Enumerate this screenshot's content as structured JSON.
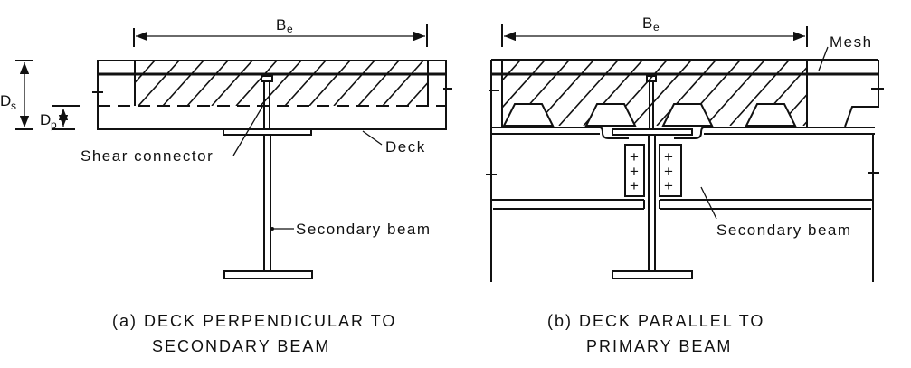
{
  "figure": {
    "panel_a": {
      "caption_line1": "(a) DECK PERPENDICULAR TO",
      "caption_line2": "SECONDARY BEAM",
      "dimension_effective_width": {
        "symbol": "B",
        "subscript": "e"
      },
      "dimension_slab_depth": {
        "symbol": "D",
        "subscript": "s"
      },
      "dimension_deck_depth": {
        "symbol": "D",
        "subscript": "p"
      },
      "labels": {
        "shear_connector": "Shear connector",
        "deck": "Deck",
        "secondary_beam": "Secondary beam"
      }
    },
    "panel_b": {
      "caption_line1": "(b) DECK PARALLEL TO",
      "caption_line2": "PRIMARY BEAM",
      "dimension_effective_width": {
        "symbol": "B",
        "subscript": "e"
      },
      "labels": {
        "mesh": "Mesh",
        "secondary_beam": "Secondary beam"
      },
      "bolt_marker": "+"
    }
  }
}
